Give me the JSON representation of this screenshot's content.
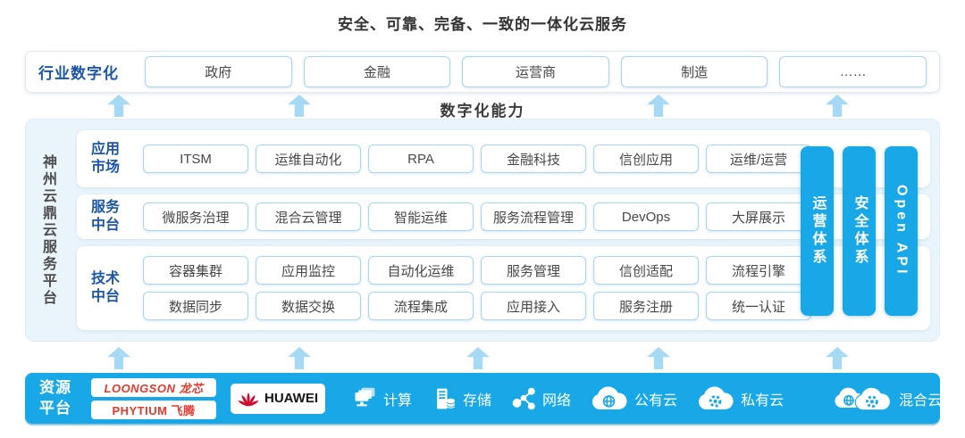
{
  "title": "安全、可靠、完备、一致的一体化云服务",
  "colors": {
    "accent_blue": "#18a8e8",
    "arrow_blue": "#a6d9f4",
    "label_blue": "#1d56a8",
    "box_border_blue": "#a9d6ef",
    "panel_bg": "#e9f4fb",
    "vendor_red": "#e23a2e",
    "huawei_red": "#cf0a2c"
  },
  "industry": {
    "label": "行业数字化",
    "items": [
      "政府",
      "金融",
      "运营商",
      "制造",
      "……"
    ]
  },
  "digital_capability_label": "数字化能力",
  "platform": {
    "side_label": "神州云鼎云服务平台",
    "rows": [
      {
        "label": "应用市场",
        "lines": [
          [
            "ITSM",
            "运维自动化",
            "RPA",
            "金融科技",
            "信创应用",
            "运维/运营"
          ]
        ]
      },
      {
        "label": "服务中台",
        "lines": [
          [
            "微服务治理",
            "混合云管理",
            "智能运维",
            "服务流程管理",
            "DevOps",
            "大屏展示"
          ]
        ]
      },
      {
        "label": "技术中台",
        "lines": [
          [
            "容器集群",
            "应用监控",
            "自动化运维",
            "服务管理",
            "信创适配",
            "流程引擎"
          ],
          [
            "数据同步",
            "数据交换",
            "流程集成",
            "应用接入",
            "服务注册",
            "统一认证"
          ]
        ]
      }
    ],
    "pillars": [
      "运营体系",
      "安全体系",
      "Open API"
    ]
  },
  "resource": {
    "label": "资源平台",
    "vendors": [
      "LOONGSON 龙芯",
      "PHYTIUM 飞腾",
      "HUAWEI"
    ],
    "items": [
      {
        "icon": "compute-icon",
        "label": "计算"
      },
      {
        "icon": "storage-icon",
        "label": "存储"
      },
      {
        "icon": "network-icon",
        "label": "网络"
      },
      {
        "icon": "public-cloud-icon",
        "label": "公有云"
      },
      {
        "icon": "private-cloud-icon",
        "label": "私有云"
      },
      {
        "icon": "hybrid-cloud-icon",
        "label": "混合云"
      }
    ]
  }
}
